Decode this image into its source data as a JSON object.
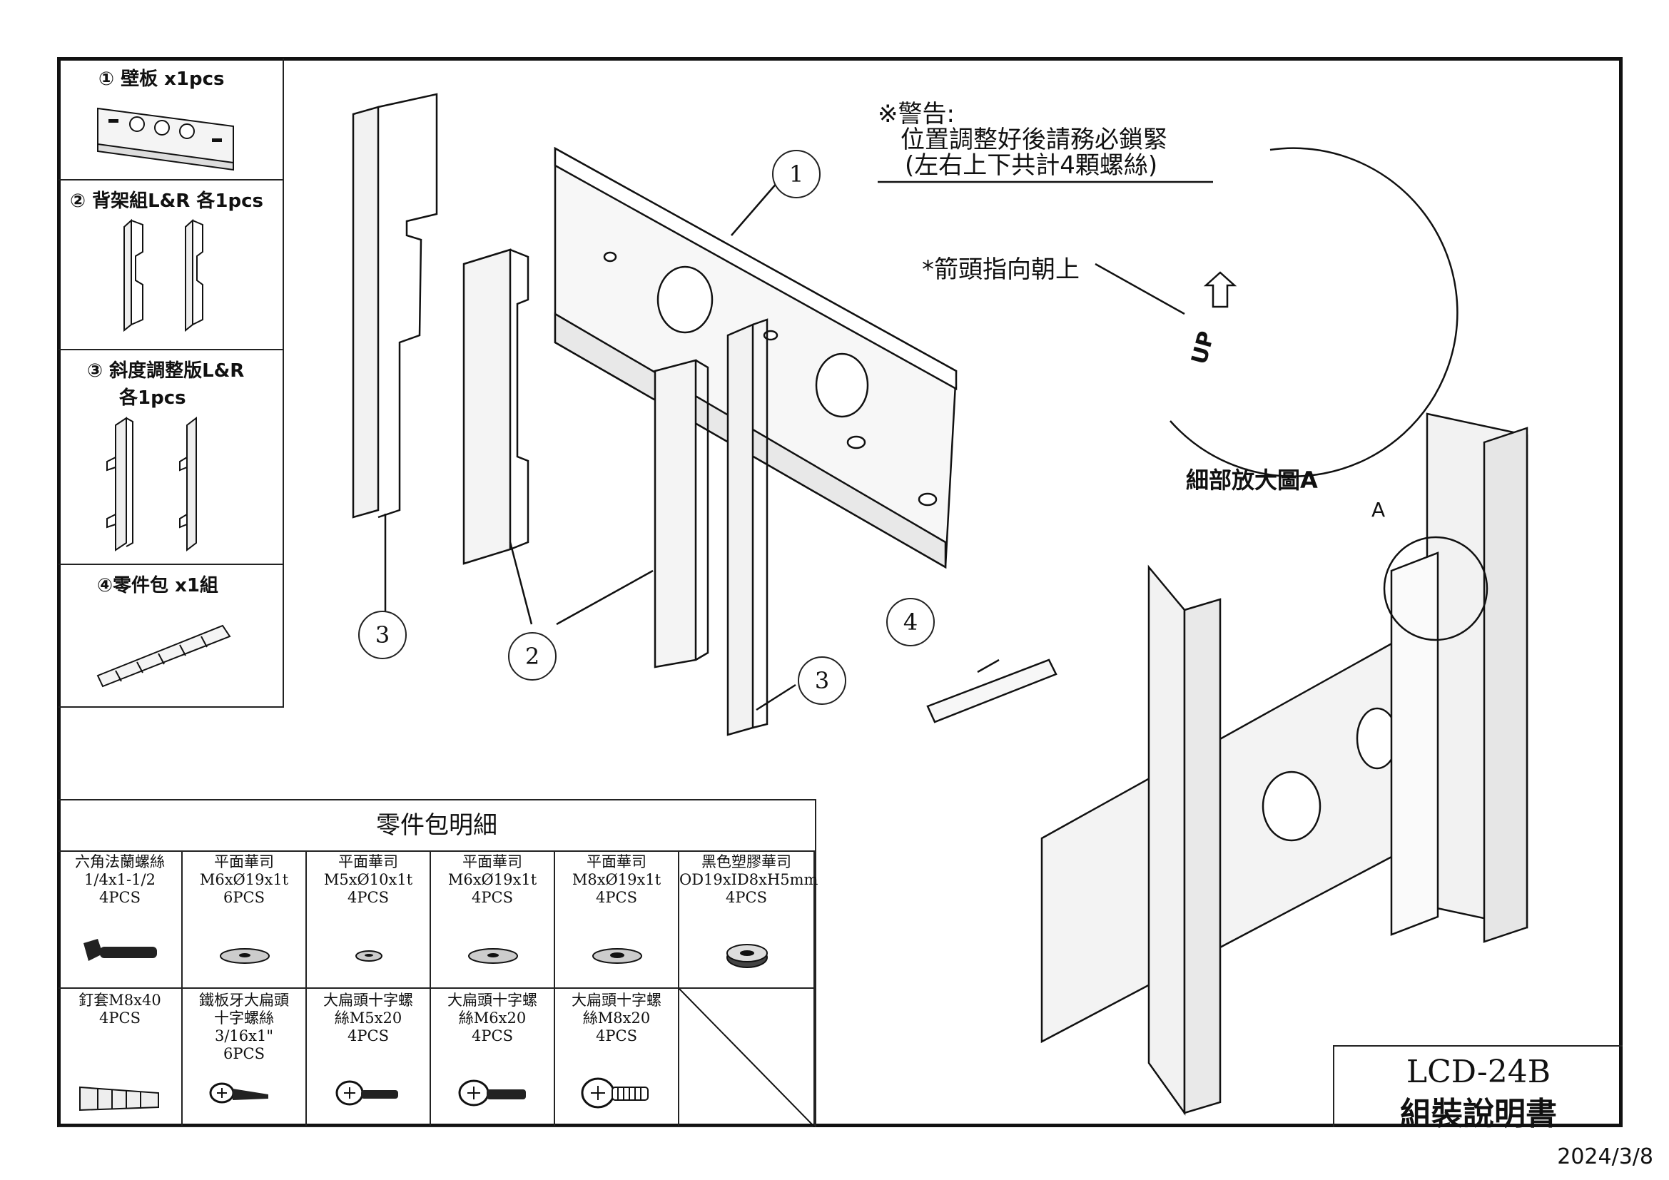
{
  "parts": [
    {
      "title": "① 壁板 x1pcs"
    },
    {
      "title": "② 背架組L&R  各1pcs"
    },
    {
      "title": "③ 斜度調整版L&R",
      "title2": "各1pcs"
    },
    {
      "title": "④零件包  x1組"
    }
  ],
  "warning": {
    "heading": "※警告:",
    "line1": "位置調整好後請務必鎖緊",
    "line2": "(左右上下共計4顆螺絲)"
  },
  "arrow_note": "*箭頭指向朝上",
  "detail_caption": "細部放大圖A",
  "detail_letter": "A",
  "up_mark": "UP",
  "callouts": {
    "c1": "1",
    "c2": "2",
    "c3a": "3",
    "c3b": "3",
    "c4": "4"
  },
  "hardware": {
    "title": "零件包明細",
    "row1": [
      {
        "l1": "六角法蘭螺絲",
        "l2": "1/4x1-1/2",
        "l3": "4PCS",
        "icon": "flange-bolt-icon"
      },
      {
        "l1": "平面華司",
        "l2": "M6xØ19x1t",
        "l3": "6PCS",
        "icon": "flat-washer-icon"
      },
      {
        "l1": "平面華司",
        "l2": "M5xØ10x1t",
        "l3": "4PCS",
        "icon": "flat-washer-icon"
      },
      {
        "l1": "平面華司",
        "l2": "M6xØ19x1t",
        "l3": "4PCS",
        "icon": "flat-washer-icon"
      },
      {
        "l1": "平面華司",
        "l2": "M8xØ19x1t",
        "l3": "4PCS",
        "icon": "flat-washer-icon"
      },
      {
        "l1": "黑色塑膠華司",
        "l2": "OD19xID8xH5mm",
        "l3": "4PCS",
        "icon": "plastic-spacer-icon"
      }
    ],
    "row2": [
      {
        "l1": "釘套M8x40",
        "l2": "4PCS",
        "l3": "",
        "l4": "",
        "icon": "wall-anchor-icon"
      },
      {
        "l1": "鐵板牙大扁頭",
        "l2": "十字螺絲",
        "l3": "3/16x1\"",
        "l4": "6PCS",
        "icon": "self-tapping-screw-icon"
      },
      {
        "l1": "大扁頭十字螺",
        "l2": "絲M5x20",
        "l3": "4PCS",
        "l4": "",
        "icon": "phillips-screw-icon"
      },
      {
        "l1": "大扁頭十字螺",
        "l2": "絲M6x20",
        "l3": "4PCS",
        "l4": "",
        "icon": "phillips-screw-icon"
      },
      {
        "l1": "大扁頭十字螺",
        "l2": "絲M8x20",
        "l3": "4PCS",
        "l4": "",
        "icon": "phillips-screw-icon"
      }
    ]
  },
  "model": "LCD-24B",
  "doc_title": "組裝說明書",
  "date": "2024/3/8"
}
